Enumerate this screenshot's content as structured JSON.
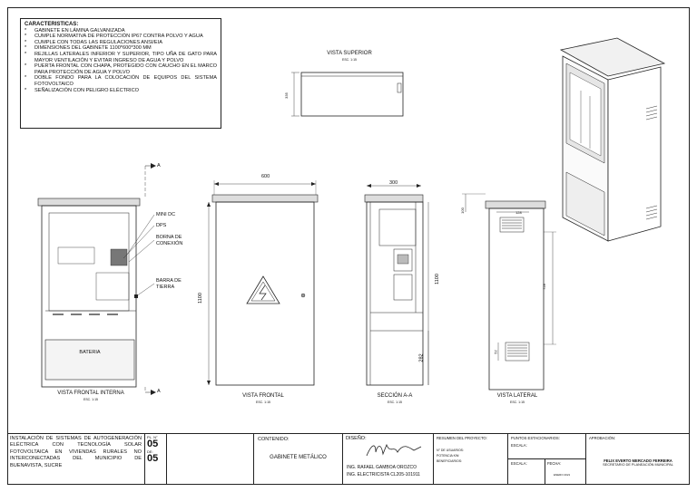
{
  "features": {
    "title": "CARACTERISTICAS:",
    "items": [
      "GABINETE EN LÁMINA GALVANIZADA",
      "CUMPLE NORMATIVA DE PROTECCIÓN IP67 CONTRA POLVO Y AGUA",
      "CUMPLE CON TODAS LAS REGULACIONES ANSI/EIA",
      "DIMENSIONES DEL GABINETE 1100*600*300 MM",
      "REJILLAS LATERALES INFERIOR Y SUPERIOR, TIPO UÑA DE GATO PARA MAYOR VENTILACIÓN Y EVITAR INGRESO DE AGUA Y POLVO",
      "PUERTA FRONTAL CON CHAPA, PROTEGIDO CON CAUCHO EN EL MARCO PARA PROTECCIÓN DE AGUA Y POLVO",
      "DOBLE FONDO PARA LA COLOCACIÓN DE EQUIPOS DEL SISTEMA FOTOVOLTAICO",
      "SEÑALIZACIÓN CON PELIGRO ELÉCTRICO"
    ]
  },
  "views": {
    "top": {
      "title": "VISTA SUPERIOR",
      "scale": "ESC. 1:15",
      "dim_depth": "335"
    },
    "internal": {
      "title": "VISTA FRONTAL INTERNA",
      "scale": "ESC. 1:15",
      "section_mark": "A",
      "battery_label": "BATERIA",
      "callouts": [
        "MINI DC",
        "DPS",
        "BORNA DE CONEXIÓN",
        "BARRA DE TIERRA"
      ]
    },
    "front": {
      "title": "VISTA FRONTAL",
      "scale": "ESC. 1:15",
      "dim_width": "600",
      "dim_height": "1100"
    },
    "section": {
      "title": "SECCIÓN A-A",
      "scale": "ESC. 1:15",
      "dim_depth": "300",
      "dim_height": "1100",
      "dim_base": "282"
    },
    "lateral": {
      "title": "VISTA LATERAL",
      "scale": "ESC. 1:15",
      "dim_top": "128",
      "dim_offset": "100",
      "dim_mid": "728",
      "dim_low": "52"
    }
  },
  "titleblock": {
    "project": "INSTALACIÓN DE SISTEMAS DE AUTOGENERACIÓN ELÉCTRICA CON TECNOLOGÍA SOLAR FOTOVOLTAICA EN VIVIENDAS RURALES NO INTERCONECTADAS DEL MUNICIPIO DE BUENAVISTA, SUCRE",
    "plan_label": "PL. N°",
    "plan_no": "05",
    "of_label": "DE:",
    "of_no": "05",
    "content_label": "CONTENIDO:",
    "content_value": "GABINETE METÁLICO",
    "design_label": "DISEÑO:",
    "design_name": "ING. RAFAEL GAMBOA OROZCO",
    "design_license": "ING. ELECTRICISTA CL205-101911",
    "summary_label": "RESUMEN DEL PROYECTO:",
    "summary_lines": [
      "N° DE USUARIOS:",
      "POTENCIA KW:",
      "BENEFICIARIOS:"
    ],
    "points_label": "PUNTOS ESTACIONARIOS:",
    "scale_label": "ESCALA:",
    "scale2_label": "ESCALA:",
    "date_label": "FECHA:",
    "date_value": "ENERO 2021",
    "approval_label": "APROBACIÓN:",
    "approver_name": "FELIX EVERTO MERCADO FERREIRA",
    "approver_role": "SECRETARIO DE PLANEACIÓN MUNICIPAL"
  }
}
